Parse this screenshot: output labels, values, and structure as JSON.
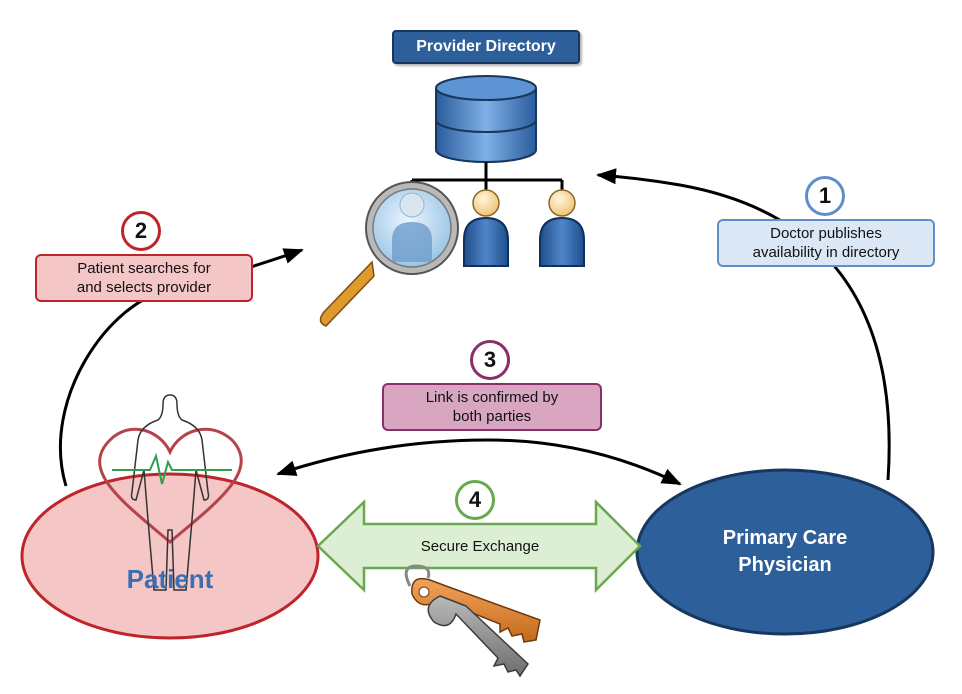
{
  "directory": {
    "title": "Provider Directory"
  },
  "steps": [
    {
      "number": "1",
      "text_line1": "Doctor publishes",
      "text_line2": "availability in directory",
      "color": "#5c8fcb"
    },
    {
      "number": "2",
      "text_line1": "Patient searches for",
      "text_line2": "and selects provider",
      "color": "#c0242b"
    },
    {
      "number": "3",
      "text_line1": "Link is confirmed by",
      "text_line2": "both parties",
      "color": "#8b2f6a"
    },
    {
      "number": "4",
      "text_line1": "Secure Exchange",
      "color": "#6aa84f"
    }
  ],
  "nodes": {
    "patient": {
      "label": "Patient",
      "fill": "#f4c6c6",
      "stroke": "#c0242b"
    },
    "physician": {
      "label_line1": "Primary Care",
      "label_line2": "Physician",
      "fill": "#2d5f9a",
      "stroke": "#17375e"
    }
  },
  "icons": [
    "database-icon",
    "magnifier-icon",
    "person-icon",
    "keys-icon",
    "heart-body-icon"
  ]
}
